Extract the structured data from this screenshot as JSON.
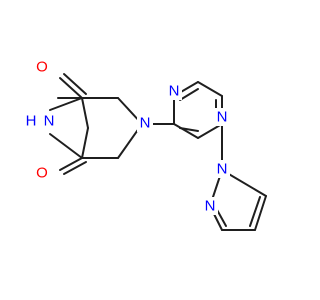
{
  "colors": {
    "background": "#ffffff",
    "bond": "#1f1f1f",
    "oxygen": "#ff0000",
    "nitrogen": "#0000ff"
  },
  "atoms": {
    "o_top": {
      "text": "O",
      "element": "oxygen"
    },
    "o_bottom": {
      "text": "O",
      "element": "oxygen"
    },
    "nh_imide": {
      "text": "H",
      "element": "nitrogen"
    },
    "n_imide": {
      "text": "N",
      "element": "nitrogen"
    },
    "n_pyrrolidine": {
      "text": "N",
      "element": "nitrogen"
    },
    "n_pyrimidine_1": {
      "text": "N",
      "element": "nitrogen"
    },
    "n_pyrimidine_3": {
      "text": "N",
      "element": "nitrogen"
    },
    "n_pyrazole_1": {
      "text": "N",
      "element": "nitrogen"
    },
    "n_pyrazole_2": {
      "text": "N",
      "element": "nitrogen"
    }
  }
}
